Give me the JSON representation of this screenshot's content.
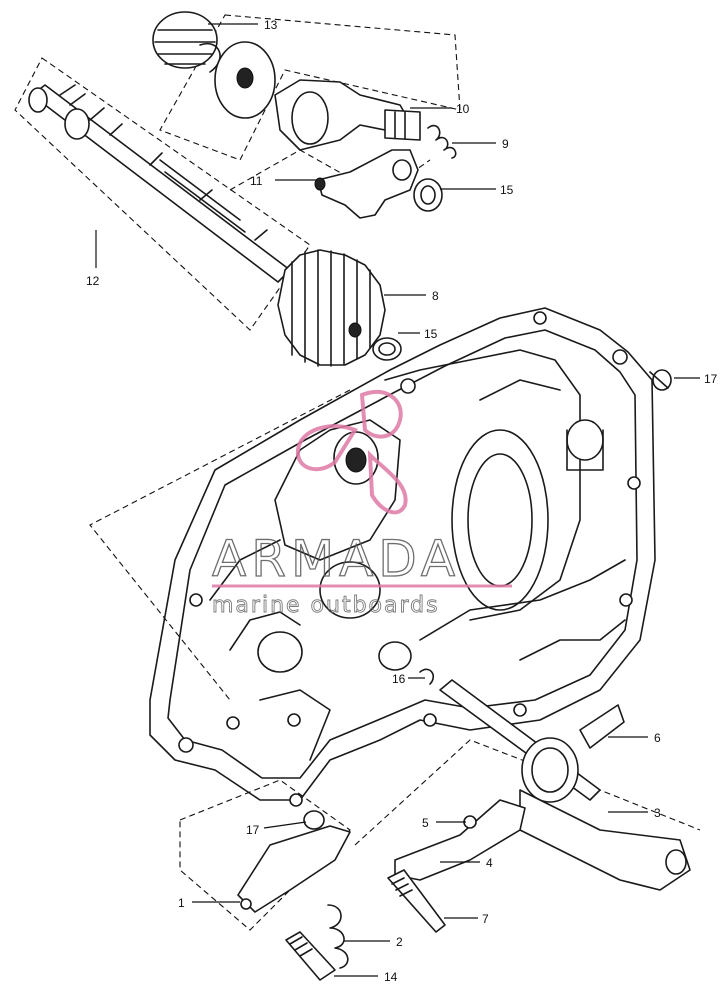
{
  "watermark": {
    "brand": "ARMADA",
    "tagline": "marine outboards",
    "accent_color": "#e07aa6"
  },
  "callouts": [
    {
      "id": "1"
    },
    {
      "id": "2"
    },
    {
      "id": "3"
    },
    {
      "id": "4"
    },
    {
      "id": "5"
    },
    {
      "id": "6"
    },
    {
      "id": "7"
    },
    {
      "id": "8"
    },
    {
      "id": "9"
    },
    {
      "id": "10"
    },
    {
      "id": "11"
    },
    {
      "id": "12"
    },
    {
      "id": "13"
    },
    {
      "id": "14"
    },
    {
      "id": "15"
    },
    {
      "id": "15b",
      "label": "15"
    },
    {
      "id": "16"
    },
    {
      "id": "17"
    },
    {
      "id": "17b",
      "label": "17"
    }
  ],
  "labels": {
    "c1": "1",
    "c2": "2",
    "c3": "3",
    "c4": "4",
    "c5": "5",
    "c6": "6",
    "c7": "7",
    "c8": "8",
    "c9": "9",
    "c10": "10",
    "c11": "11",
    "c12": "12",
    "c13": "13",
    "c14": "14",
    "c15a": "15",
    "c15b": "15",
    "c16": "16",
    "c17a": "17",
    "c17b": "17"
  }
}
